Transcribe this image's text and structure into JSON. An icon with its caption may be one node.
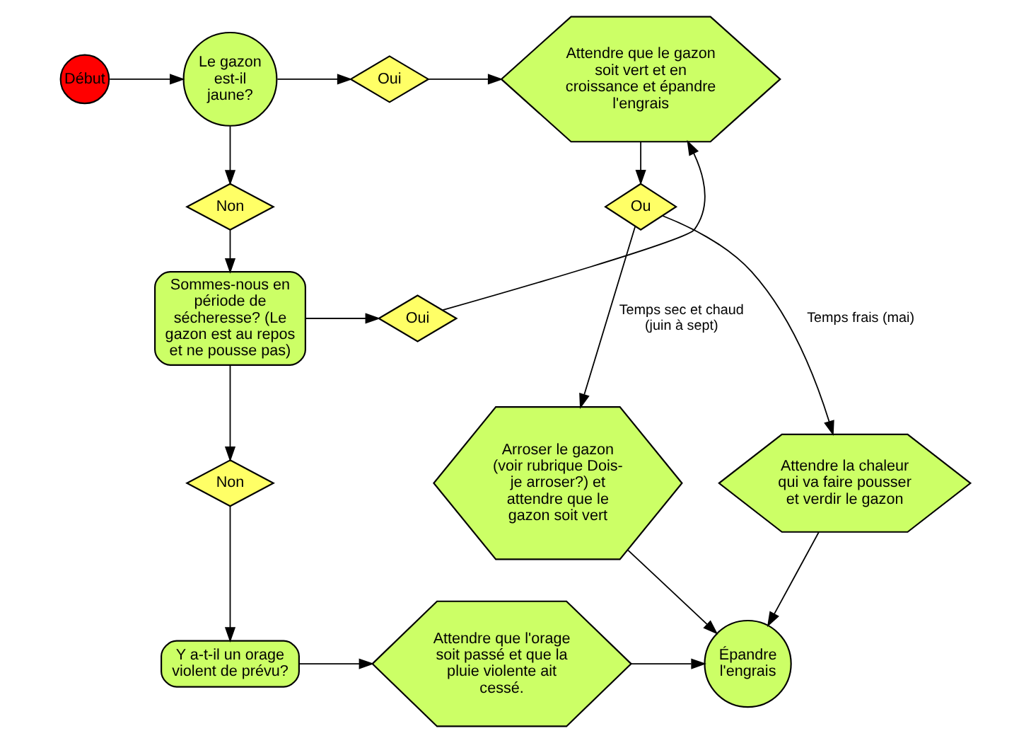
{
  "diagram": {
    "nodes": [
      {
        "text": [
          "Début"
        ]
      },
      {
        "text": [
          "Le gazon est-il jaune?"
        ]
      },
      {
        "text": [
          "Oui"
        ]
      },
      {
        "text": [
          "Attendre que le gazon soit vert et en croissance et épandre l'engrais"
        ]
      },
      {
        "text": [
          "Non"
        ]
      },
      {
        "text": [
          "Ou"
        ]
      },
      {
        "text": [
          "Sommes-nous en période de sécheresse? (Le gazon est au repos et ne pousse pas)"
        ]
      },
      {
        "text": [
          "Oui"
        ]
      },
      {
        "text": [
          "Arroser le gazon (voir rubrique Dois-je arroser?) et attendre que le gazon soit vert"
        ]
      },
      {
        "text": [
          "Attendre la chaleur qui va faire pousser et verdir le gazon"
        ]
      },
      {
        "text": [
          "Non"
        ]
      },
      {
        "text": [
          "Y a-t-il un orage violent de prévu?"
        ]
      },
      {
        "text": [
          "Attendre que l'orage soit passé et que la pluie violente ait cessé."
        ]
      },
      {
        "text": [
          "Épandre l'engrais"
        ]
      }
    ],
    "edges": [
      {
        "from": 0,
        "to": 1,
        "arrow": "to"
      },
      {
        "from": 1,
        "to": 2,
        "arrow": "to"
      },
      {
        "from": 2,
        "to": 3,
        "arrow": "to"
      },
      {
        "from": 1,
        "to": 4,
        "arrow": "to"
      },
      {
        "from": 4,
        "to": 6,
        "arrow": "to"
      },
      {
        "from": 6,
        "to": 7,
        "arrow": "to"
      },
      {
        "from": 7,
        "to": 3,
        "arrow": "to"
      },
      {
        "from": 3,
        "to": 5,
        "arrow": "to"
      },
      {
        "from": 5,
        "to": 8,
        "label": "Temps sec et chaud (juin à sept)",
        "arrow": "to"
      },
      {
        "from": 5,
        "to": 9,
        "label": "Temps frais (mai)",
        "arrow": "to"
      },
      {
        "from": 6,
        "to": 10,
        "arrow": "to"
      },
      {
        "from": 10,
        "to": 11,
        "arrow": "to"
      },
      {
        "from": 11,
        "to": 12,
        "arrow": "to"
      },
      {
        "from": 12,
        "to": 13,
        "arrow": "to"
      },
      {
        "from": 8,
        "to": 13,
        "arrow": "to"
      },
      {
        "from": 9,
        "to": 13,
        "arrow": "to"
      }
    ]
  }
}
